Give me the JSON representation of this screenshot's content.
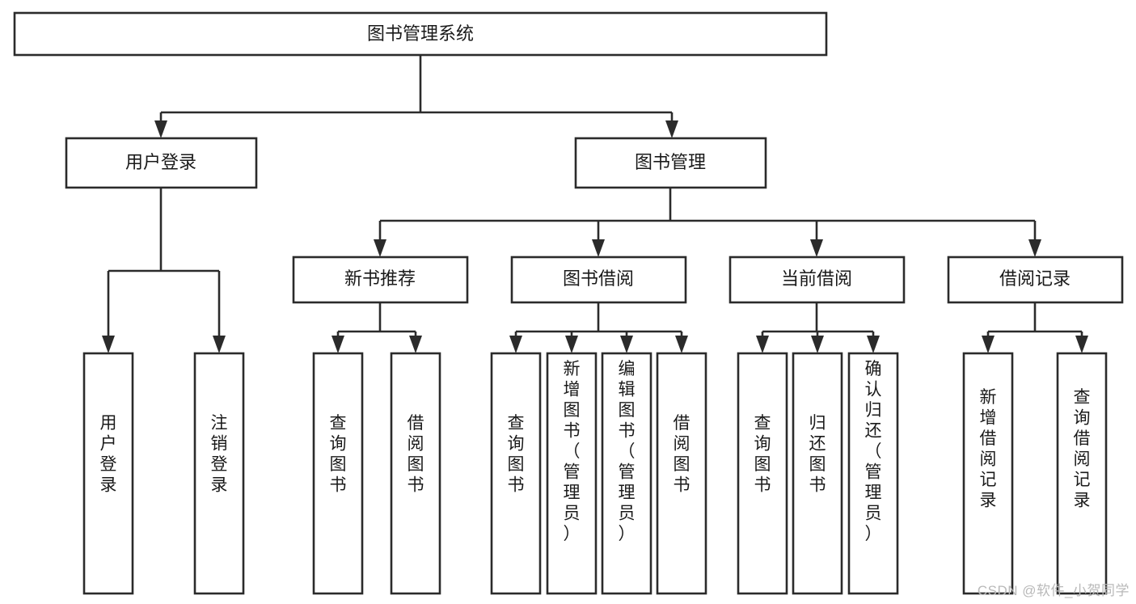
{
  "diagram": {
    "type": "tree",
    "title": "图书管理系统",
    "orientation": "top-down",
    "colors": {
      "box_stroke": "#2b2b2b",
      "box_fill": "#ffffff",
      "connector": "#2b2b2b",
      "text": "#1a1a1a",
      "watermark": "#b9b9b9",
      "background": "#ffffff"
    },
    "root": {
      "id": "root",
      "label": "图书管理系统",
      "orientation": "horizontal"
    },
    "level2": [
      {
        "id": "user-login",
        "label": "用户登录",
        "orientation": "horizontal"
      },
      {
        "id": "book-manage",
        "label": "图书管理",
        "orientation": "horizontal"
      }
    ],
    "level3": [
      {
        "id": "new-book-recommend",
        "label": "新书推荐",
        "orientation": "horizontal",
        "parent": "book-manage"
      },
      {
        "id": "book-borrow",
        "label": "图书借阅",
        "orientation": "horizontal",
        "parent": "book-manage"
      },
      {
        "id": "current-borrow",
        "label": "当前借阅",
        "orientation": "horizontal",
        "parent": "book-manage"
      },
      {
        "id": "borrow-record",
        "label": "借阅记录",
        "orientation": "horizontal",
        "parent": "book-manage"
      }
    ],
    "leaves": {
      "user-login": [
        {
          "id": "leaf-user-login",
          "label": "用户登录",
          "orientation": "vertical"
        },
        {
          "id": "leaf-logout-login",
          "label": "注销登录",
          "orientation": "vertical"
        }
      ],
      "new-book-recommend": [
        {
          "id": "leaf-query-book-1",
          "label": "查询图书",
          "orientation": "vertical"
        },
        {
          "id": "leaf-borrow-book-1",
          "label": "借阅图书",
          "orientation": "vertical"
        }
      ],
      "book-borrow": [
        {
          "id": "leaf-query-book-2",
          "label": "查询图书",
          "orientation": "vertical"
        },
        {
          "id": "leaf-add-book",
          "label": "新增图书（管理员）",
          "orientation": "vertical"
        },
        {
          "id": "leaf-edit-book",
          "label": "编辑图书（管理员）",
          "orientation": "vertical"
        },
        {
          "id": "leaf-borrow-book-2",
          "label": "借阅图书",
          "orientation": "vertical"
        }
      ],
      "current-borrow": [
        {
          "id": "leaf-query-book-3",
          "label": "查询图书",
          "orientation": "vertical"
        },
        {
          "id": "leaf-return-book",
          "label": "归还图书",
          "orientation": "vertical"
        },
        {
          "id": "leaf-confirm-return",
          "label": "确认归还（管理员）",
          "orientation": "vertical"
        }
      ],
      "borrow-record": [
        {
          "id": "leaf-add-record",
          "label": "新增借阅记录",
          "orientation": "vertical"
        },
        {
          "id": "leaf-query-record",
          "label": "查询借阅记录",
          "orientation": "vertical"
        }
      ]
    }
  },
  "watermark": {
    "text": "CSDN @软件_小贺同学"
  }
}
